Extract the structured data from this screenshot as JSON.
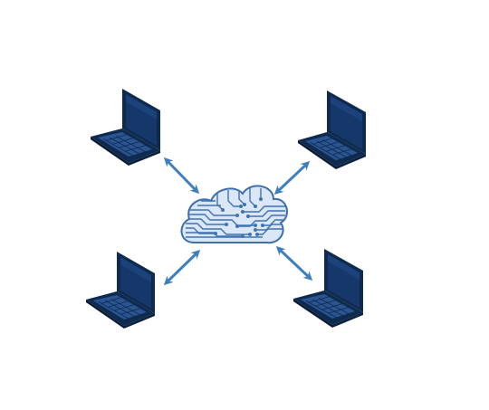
{
  "diagram": {
    "hub": {
      "icon": "circuit-cloud-icon"
    },
    "nodes": [
      {
        "id": "top-left",
        "icon": "laptop-icon"
      },
      {
        "id": "top-right",
        "icon": "laptop-icon"
      },
      {
        "id": "bottom-left",
        "icon": "laptop-icon"
      },
      {
        "id": "bottom-right",
        "icon": "laptop-icon"
      }
    ],
    "connections": [
      {
        "from": "top-left",
        "to": "hub",
        "type": "bidirectional-arrow"
      },
      {
        "from": "top-right",
        "to": "hub",
        "type": "bidirectional-arrow"
      },
      {
        "from": "bottom-left",
        "to": "hub",
        "type": "bidirectional-arrow"
      },
      {
        "from": "bottom-right",
        "to": "hub",
        "type": "bidirectional-arrow"
      }
    ],
    "colors": {
      "laptop_dark": "#0e2a4e",
      "laptop_screen": "#16376a",
      "laptop_keys": "#5a86c0",
      "cloud_fill": "#dbe7f6",
      "cloud_stroke": "#3d6fab",
      "circuit": "#3f74b4",
      "arrow": "#3f7fbe"
    }
  }
}
